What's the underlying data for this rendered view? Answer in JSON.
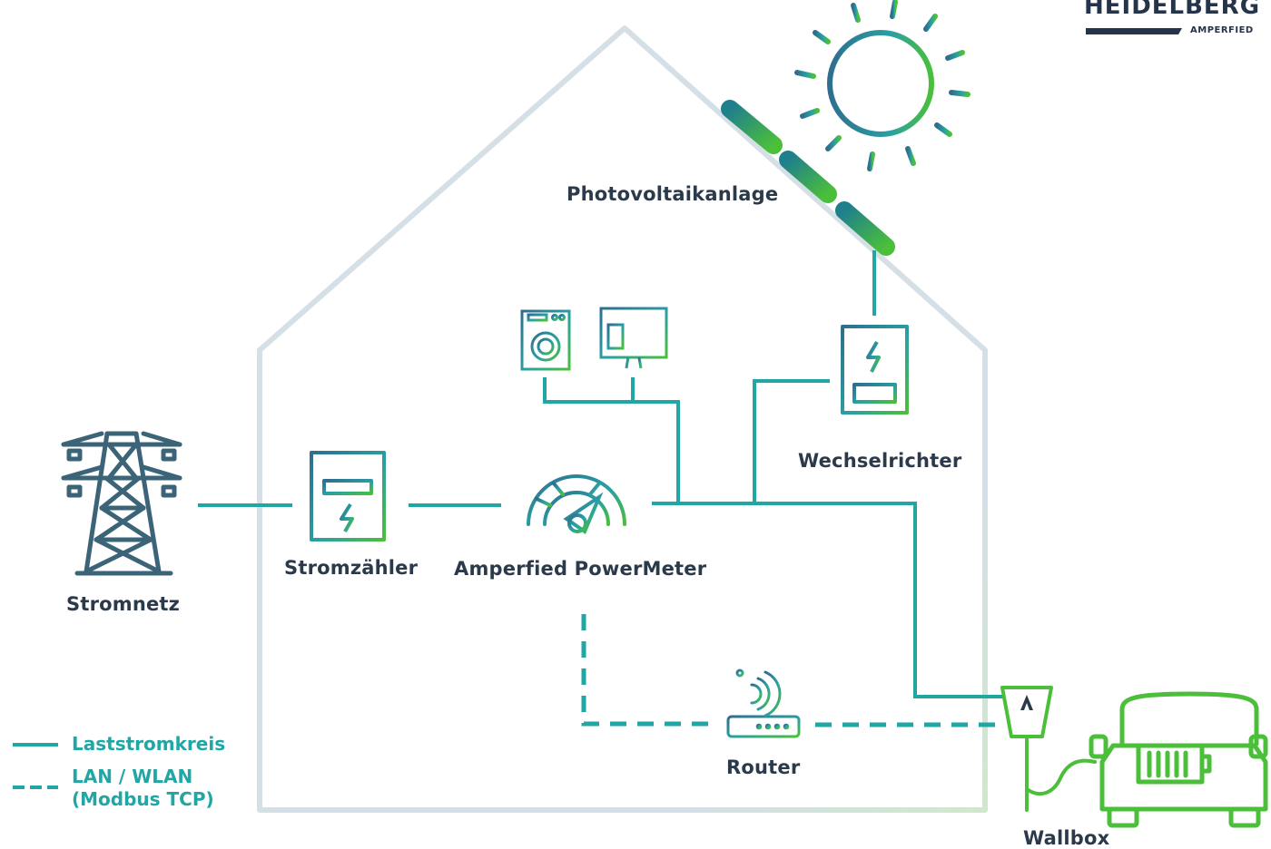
{
  "logo": {
    "brand": "HEIDELBERG",
    "sub": "AMPERFIED"
  },
  "nodes": {
    "photovoltaik": "Photovoltaikanlage",
    "wechselrichter": "Wechselrichter",
    "stromnetz": "Stromnetz",
    "stromzaehler": "Stromzähler",
    "powermeter": "Amperfied PowerMeter",
    "router": "Router",
    "wallbox": "Wallbox"
  },
  "legend": {
    "solid": "Laststromkreis",
    "dashed_line1": "LAN / WLAN",
    "dashed_line2": "(Modbus TCP)"
  },
  "colors": {
    "line": "#21a6a6",
    "house": "#d5dfe6",
    "icon_start": "#2e6f8e",
    "icon_end": "#4bbf3a",
    "car": "#4bbf3a",
    "text": "#2b3a4a"
  }
}
